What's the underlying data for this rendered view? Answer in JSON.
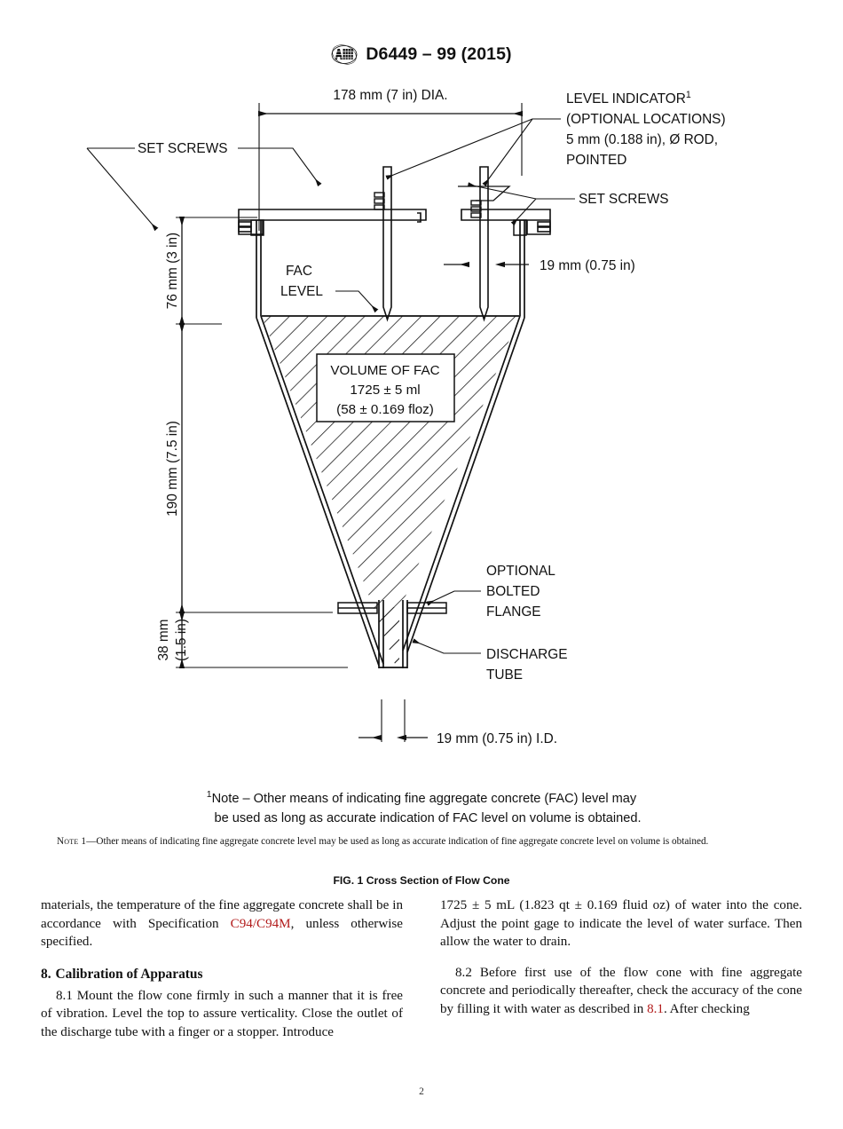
{
  "header": {
    "logo_icon": "astm-logo-icon",
    "designation": "D6449 – 99 (2015)"
  },
  "figure": {
    "caption": "FIG. 1 Cross Section of Flow Cone",
    "dimensions": {
      "top_diameter": "178 mm (7 in) DIA.",
      "upper_height": "76 mm (3 in)",
      "cone_height": "190 mm (7.5 in)",
      "tube_height_line1": "38 mm",
      "tube_height_line2": "(1.5 in)",
      "rod_offset": "19 mm (0.75 in)",
      "tube_inner_diameter": "19 mm (0.75 in) I.D."
    },
    "labels": {
      "set_screws_left": "SET SCREWS",
      "set_screws_right": "SET SCREWS",
      "level_indicator_line1": "LEVEL INDICATOR",
      "level_indicator_sup": "1",
      "level_indicator_line2": "(OPTIONAL LOCATIONS)",
      "level_indicator_line3": "5 mm (0.188 in), Ø ROD,",
      "level_indicator_line4": "POINTED",
      "fac_level_line1": "FAC",
      "fac_level_line2": "LEVEL",
      "optional_flange_line1": "OPTIONAL",
      "optional_flange_line2": "BOLTED",
      "optional_flange_line3": "FLANGE",
      "discharge_tube_line1": "DISCHARGE",
      "discharge_tube_line2": "TUBE"
    },
    "volume_box": {
      "line1": "VOLUME OF FAC",
      "line2": "1725 ± 5 ml",
      "line3": "(58 ± 0.169 floz)"
    },
    "footnote_sup": "1",
    "footnote_line1": "Note – Other means of indicating fine aggregate concrete (FAC) level may",
    "footnote_line2": "be used as long as accurate indication of FAC level on volume is obtained."
  },
  "note_paragraph": {
    "lead": "Note 1",
    "text": "—Other means of indicating fine aggregate concrete level may be used as long as accurate indication of fine aggregate concrete level on volume is obtained."
  },
  "body": {
    "left_column": {
      "continued_paragraph_part1": "materials, the temperature of the fine aggregate concrete shall be in accordance with Specification ",
      "continued_paragraph_xref": "C94/C94M",
      "continued_paragraph_part2": ", unless otherwise specified.",
      "section_heading_number": "8.",
      "section_heading_title": "Calibration of Apparatus",
      "paragraph_8_1": "8.1 Mount the flow cone firmly in such a manner that it is free of vibration. Level the top to assure verticality. Close the outlet of the discharge tube with a finger or a stopper. Introduce"
    },
    "right_column": {
      "paragraph_continued": "1725 ± 5 mL (1.823 qt ± 0.169 fluid oz) of water into the cone. Adjust the point gage to indicate the level of water surface. Then allow the water to drain.",
      "paragraph_8_2_part1": "8.2 Before first use of the flow cone with fine aggregate concrete and periodically thereafter, check the accuracy of the cone by filling it with water as described in ",
      "paragraph_8_2_xref": "8.1",
      "paragraph_8_2_part2": ". After checking"
    }
  },
  "footer": {
    "page_number": "2"
  },
  "colors": {
    "ink": "#111111",
    "xref_red": "#b21b1b",
    "page_bg": "#ffffff"
  }
}
